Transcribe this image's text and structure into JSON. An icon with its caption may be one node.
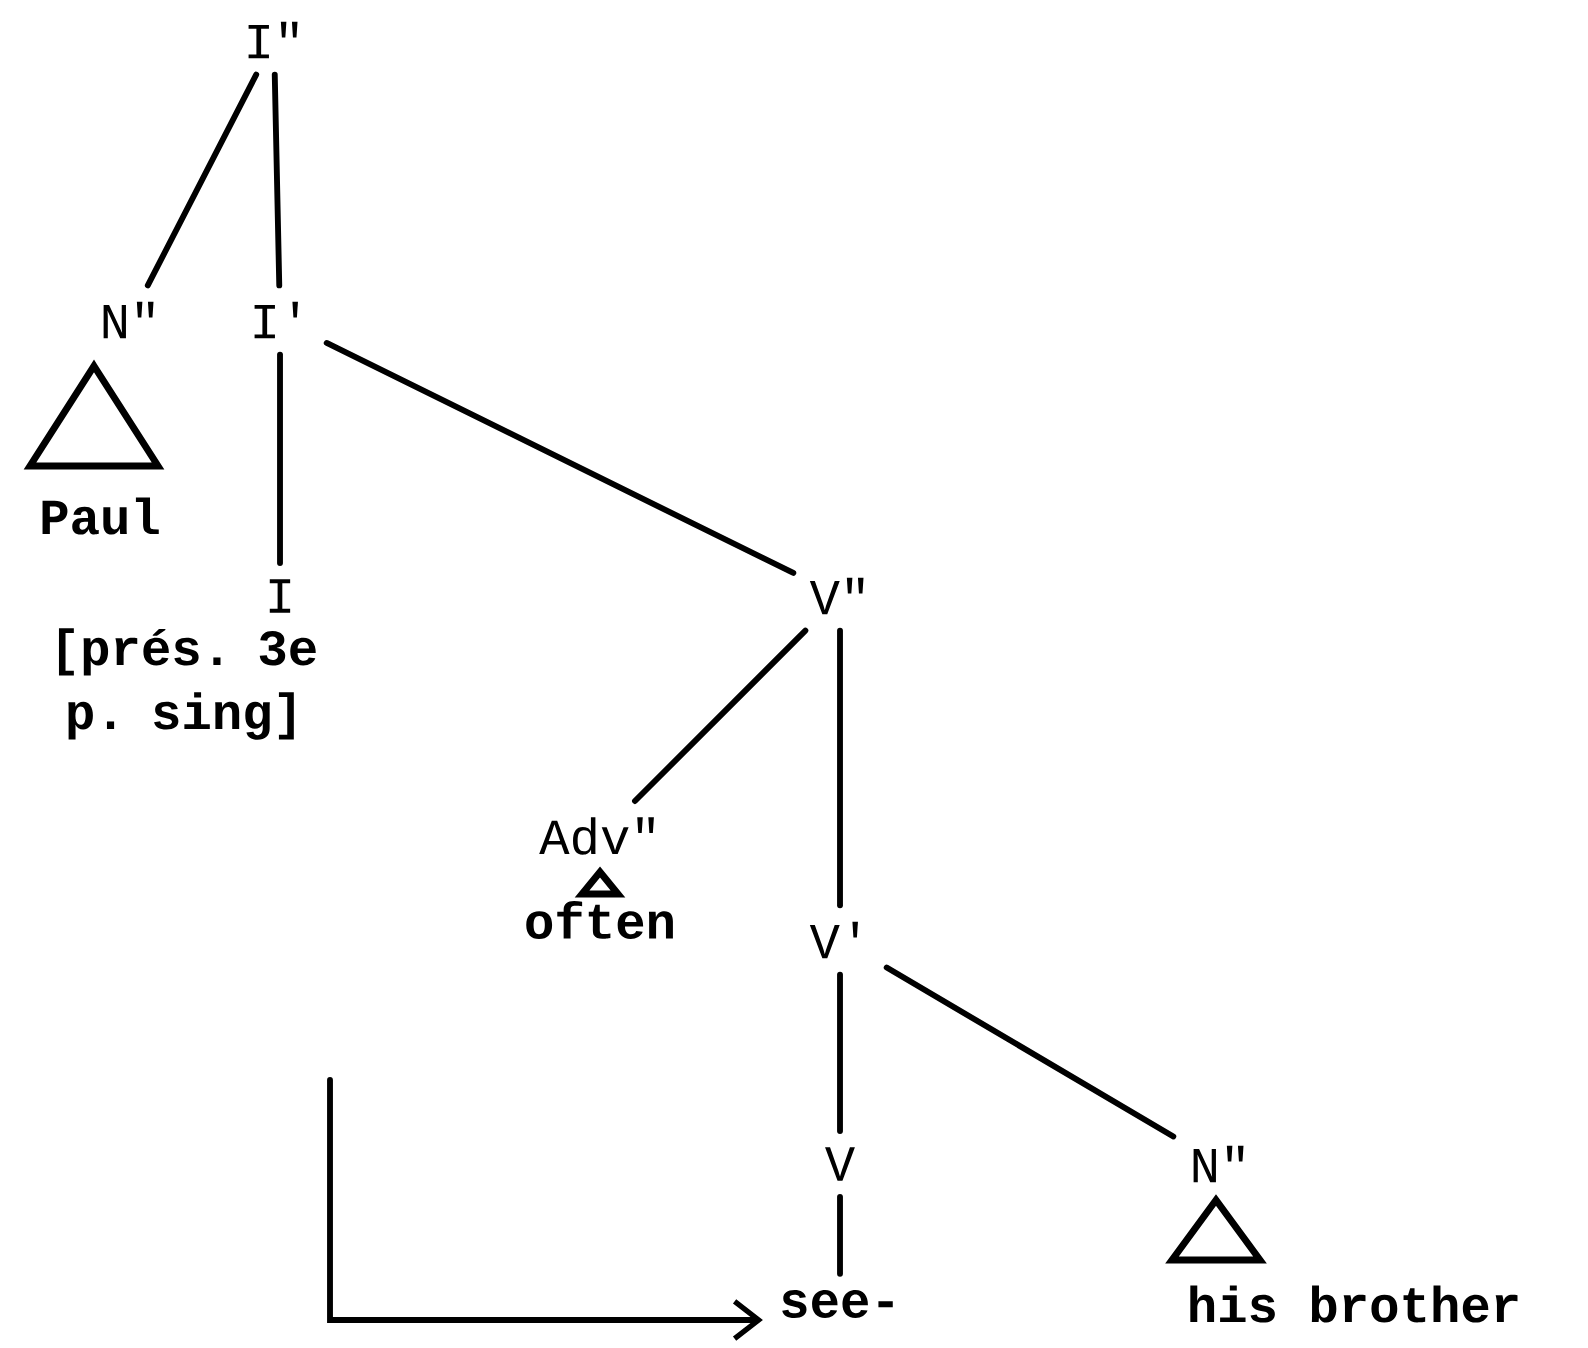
{
  "diagram": {
    "nodes": [
      {
        "text": [
          "I\""
        ]
      },
      {
        "text": [
          "N\""
        ]
      },
      {
        "text": [
          "I'"
        ]
      },
      {
        "text": [
          "Paul"
        ]
      },
      {
        "text": [
          "I"
        ],
        "beside": [
          "[prés. 3e p. sing]"
        ]
      },
      {
        "text": [
          "V\""
        ]
      },
      {
        "text": [
          "Adv\""
        ]
      },
      {
        "text": [
          "often"
        ]
      },
      {
        "text": [
          "V'"
        ]
      },
      {
        "text": [
          "V"
        ]
      },
      {
        "text": [
          "N\""
        ]
      },
      {
        "text": [
          "his brother"
        ]
      },
      {
        "text": [
          "see-"
        ]
      }
    ],
    "edges": [
      {
        "from": 0,
        "to": 1,
        "arrow": "none"
      },
      {
        "from": 0,
        "to": 2,
        "arrow": "none"
      },
      {
        "from": 2,
        "to": 4,
        "arrow": "none"
      },
      {
        "from": 2,
        "to": 5,
        "arrow": "none"
      },
      {
        "from": 5,
        "to": 6,
        "arrow": "none"
      },
      {
        "from": 5,
        "to": 8,
        "arrow": "none"
      },
      {
        "from": 8,
        "to": 9,
        "arrow": "none"
      },
      {
        "from": 8,
        "to": 10,
        "arrow": "none"
      },
      {
        "from": 9,
        "to": 12,
        "arrow": "none"
      },
      {
        "from": null,
        "to": 12,
        "arrow": "to"
      }
    ]
  }
}
